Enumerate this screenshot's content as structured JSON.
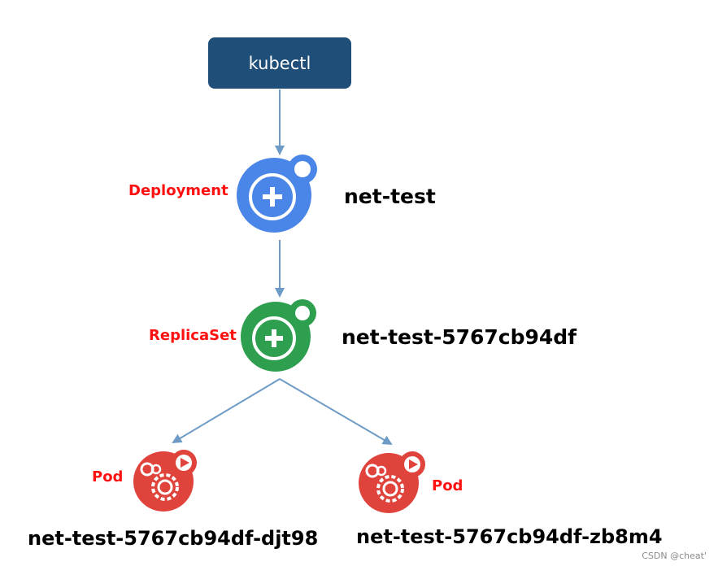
{
  "kubectl": {
    "label": "kubectl"
  },
  "deployment": {
    "type_label": "Deployment",
    "name": "net-test"
  },
  "replicaset": {
    "type_label": "ReplicaSet",
    "name": "net-test-5767cb94df"
  },
  "pods": [
    {
      "type_label": "Pod",
      "name": "net-test-5767cb94df-djt98"
    },
    {
      "type_label": "Pod",
      "name": "net-test-5767cb94df-zb8m4"
    }
  ],
  "watermark": "CSDN @cheat'",
  "colors": {
    "kubectl_box": "#1f4e79",
    "deployment_icon": "#4a86e8",
    "replicaset_icon": "#2e9e4f",
    "pod_icon": "#e0433b",
    "type_label": "#ff1010",
    "arrow": "#6e9bc5"
  },
  "icons": {
    "deployment": "plus-circle-icon",
    "replicaset": "plus-circle-icon",
    "pod": "gears-play-icon"
  }
}
